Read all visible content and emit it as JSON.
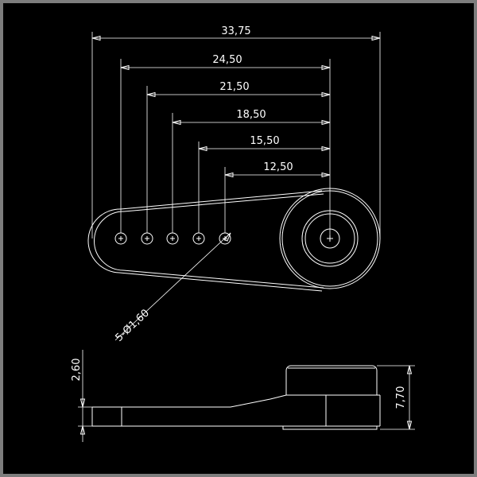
{
  "drawing": {
    "background": "#000000",
    "line_color": "#ffffff",
    "frame_color": "#7d7d7d",
    "top_view": {
      "dimensions": {
        "overall": "33,75",
        "hole_1": "24,50",
        "hole_2": "21,50",
        "hole_3": "18,50",
        "hole_4": "15,50",
        "hole_5": "12,50"
      },
      "hole_callout": "5-Ø1,60"
    },
    "side_view": {
      "dimensions": {
        "arm_thickness": "2,60",
        "total_height": "7,70"
      }
    }
  }
}
